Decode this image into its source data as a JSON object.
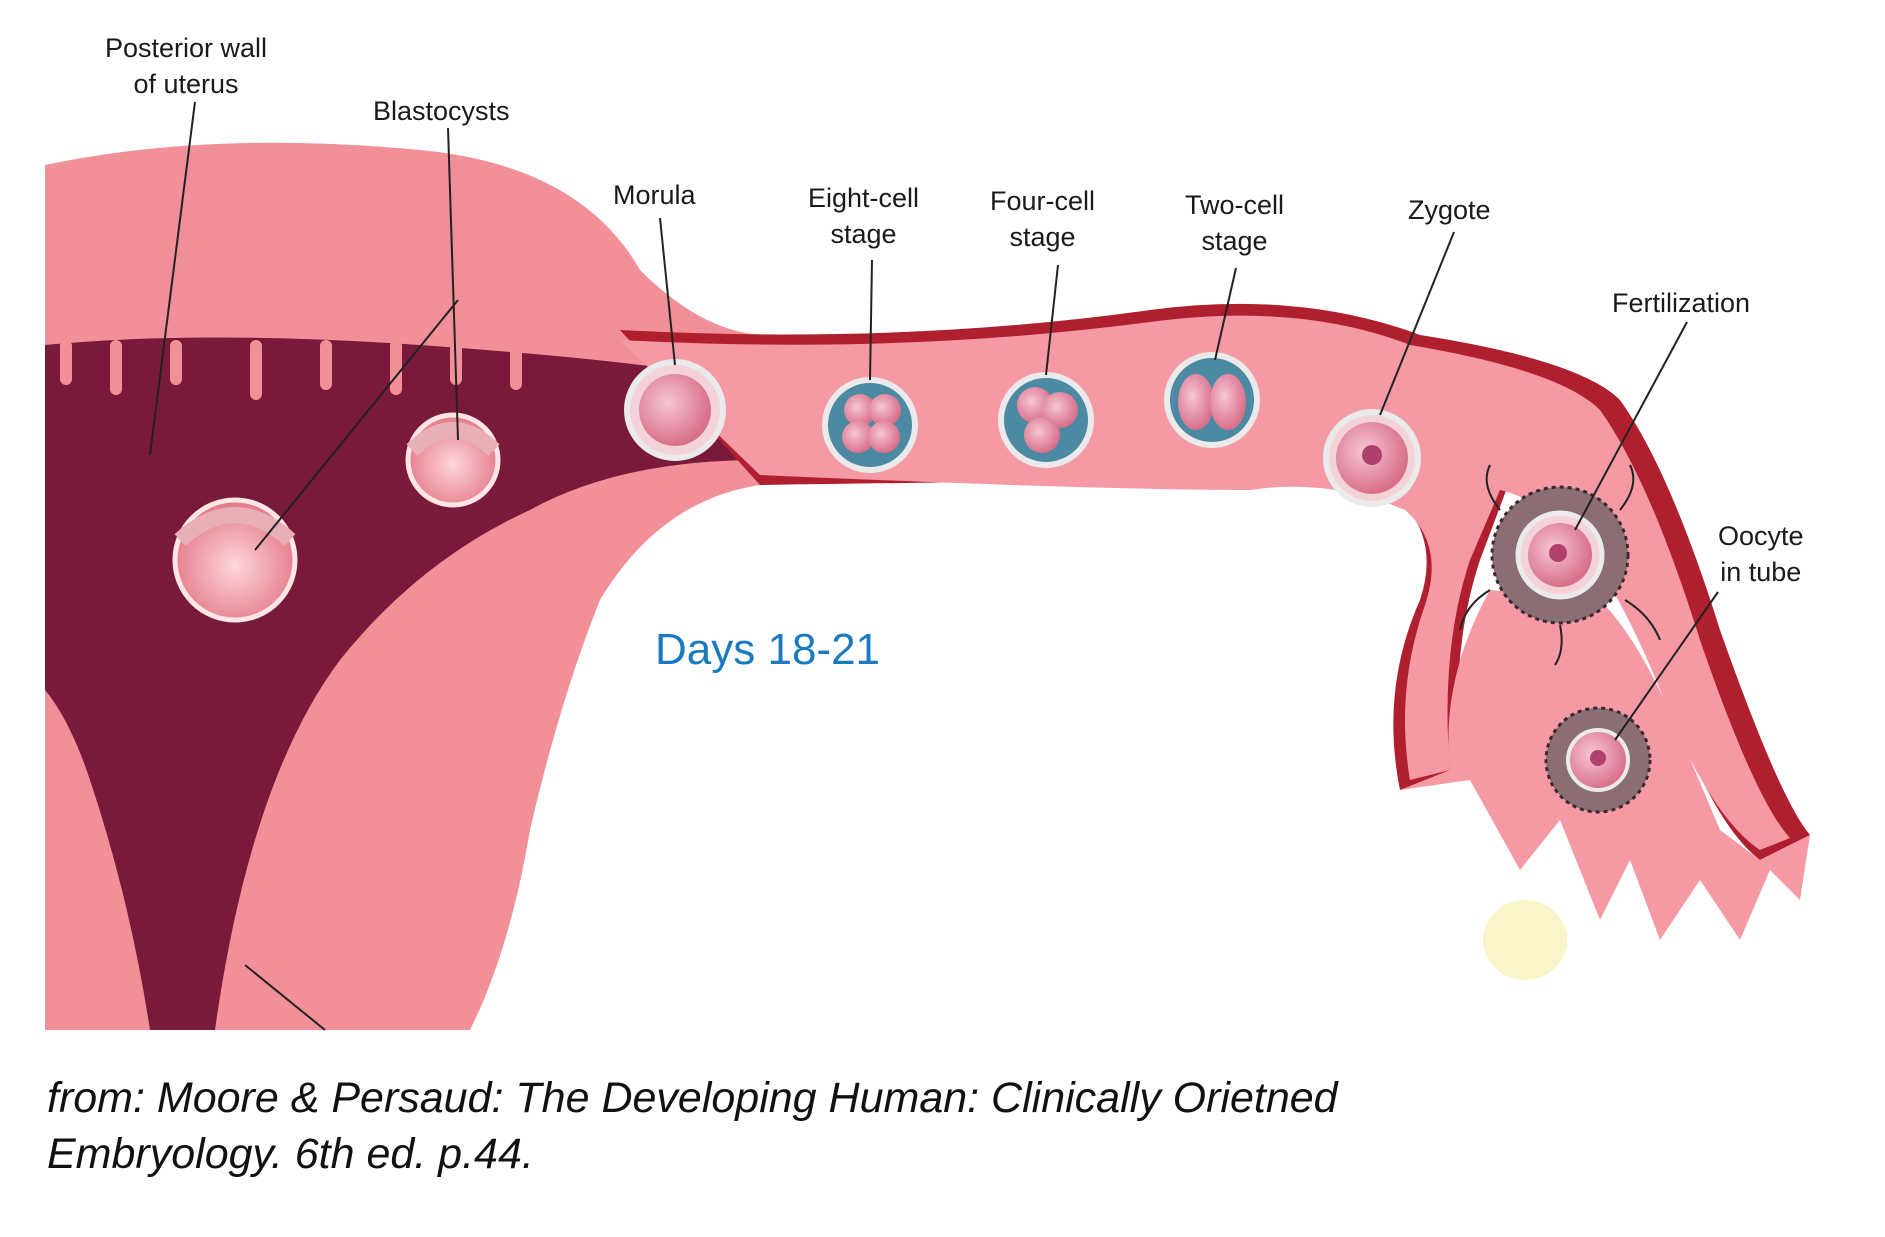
{
  "labels": {
    "posterior_wall": "Posterior wall\nof uterus",
    "blastocysts": "Blastocysts",
    "morula": "Morula",
    "eight_cell": "Eight-cell\nstage",
    "four_cell": "Four-cell\nstage",
    "two_cell": "Two-cell\nstage",
    "zygote": "Zygote",
    "fertilization": "Fertilization",
    "oocyte": "Oocyte\nin tube"
  },
  "annotation": "Days 18-21",
  "citation": {
    "line1": "from:  Moore & Persaud:   The Developing Human:  Clinically Orietned",
    "line2": "Embryology.  6th ed.  p.44."
  },
  "colors": {
    "tissue": "#f2909a",
    "lumen": "#7a1a3a",
    "wall": "#b01f2e",
    "annotation": "#1a7abf"
  }
}
